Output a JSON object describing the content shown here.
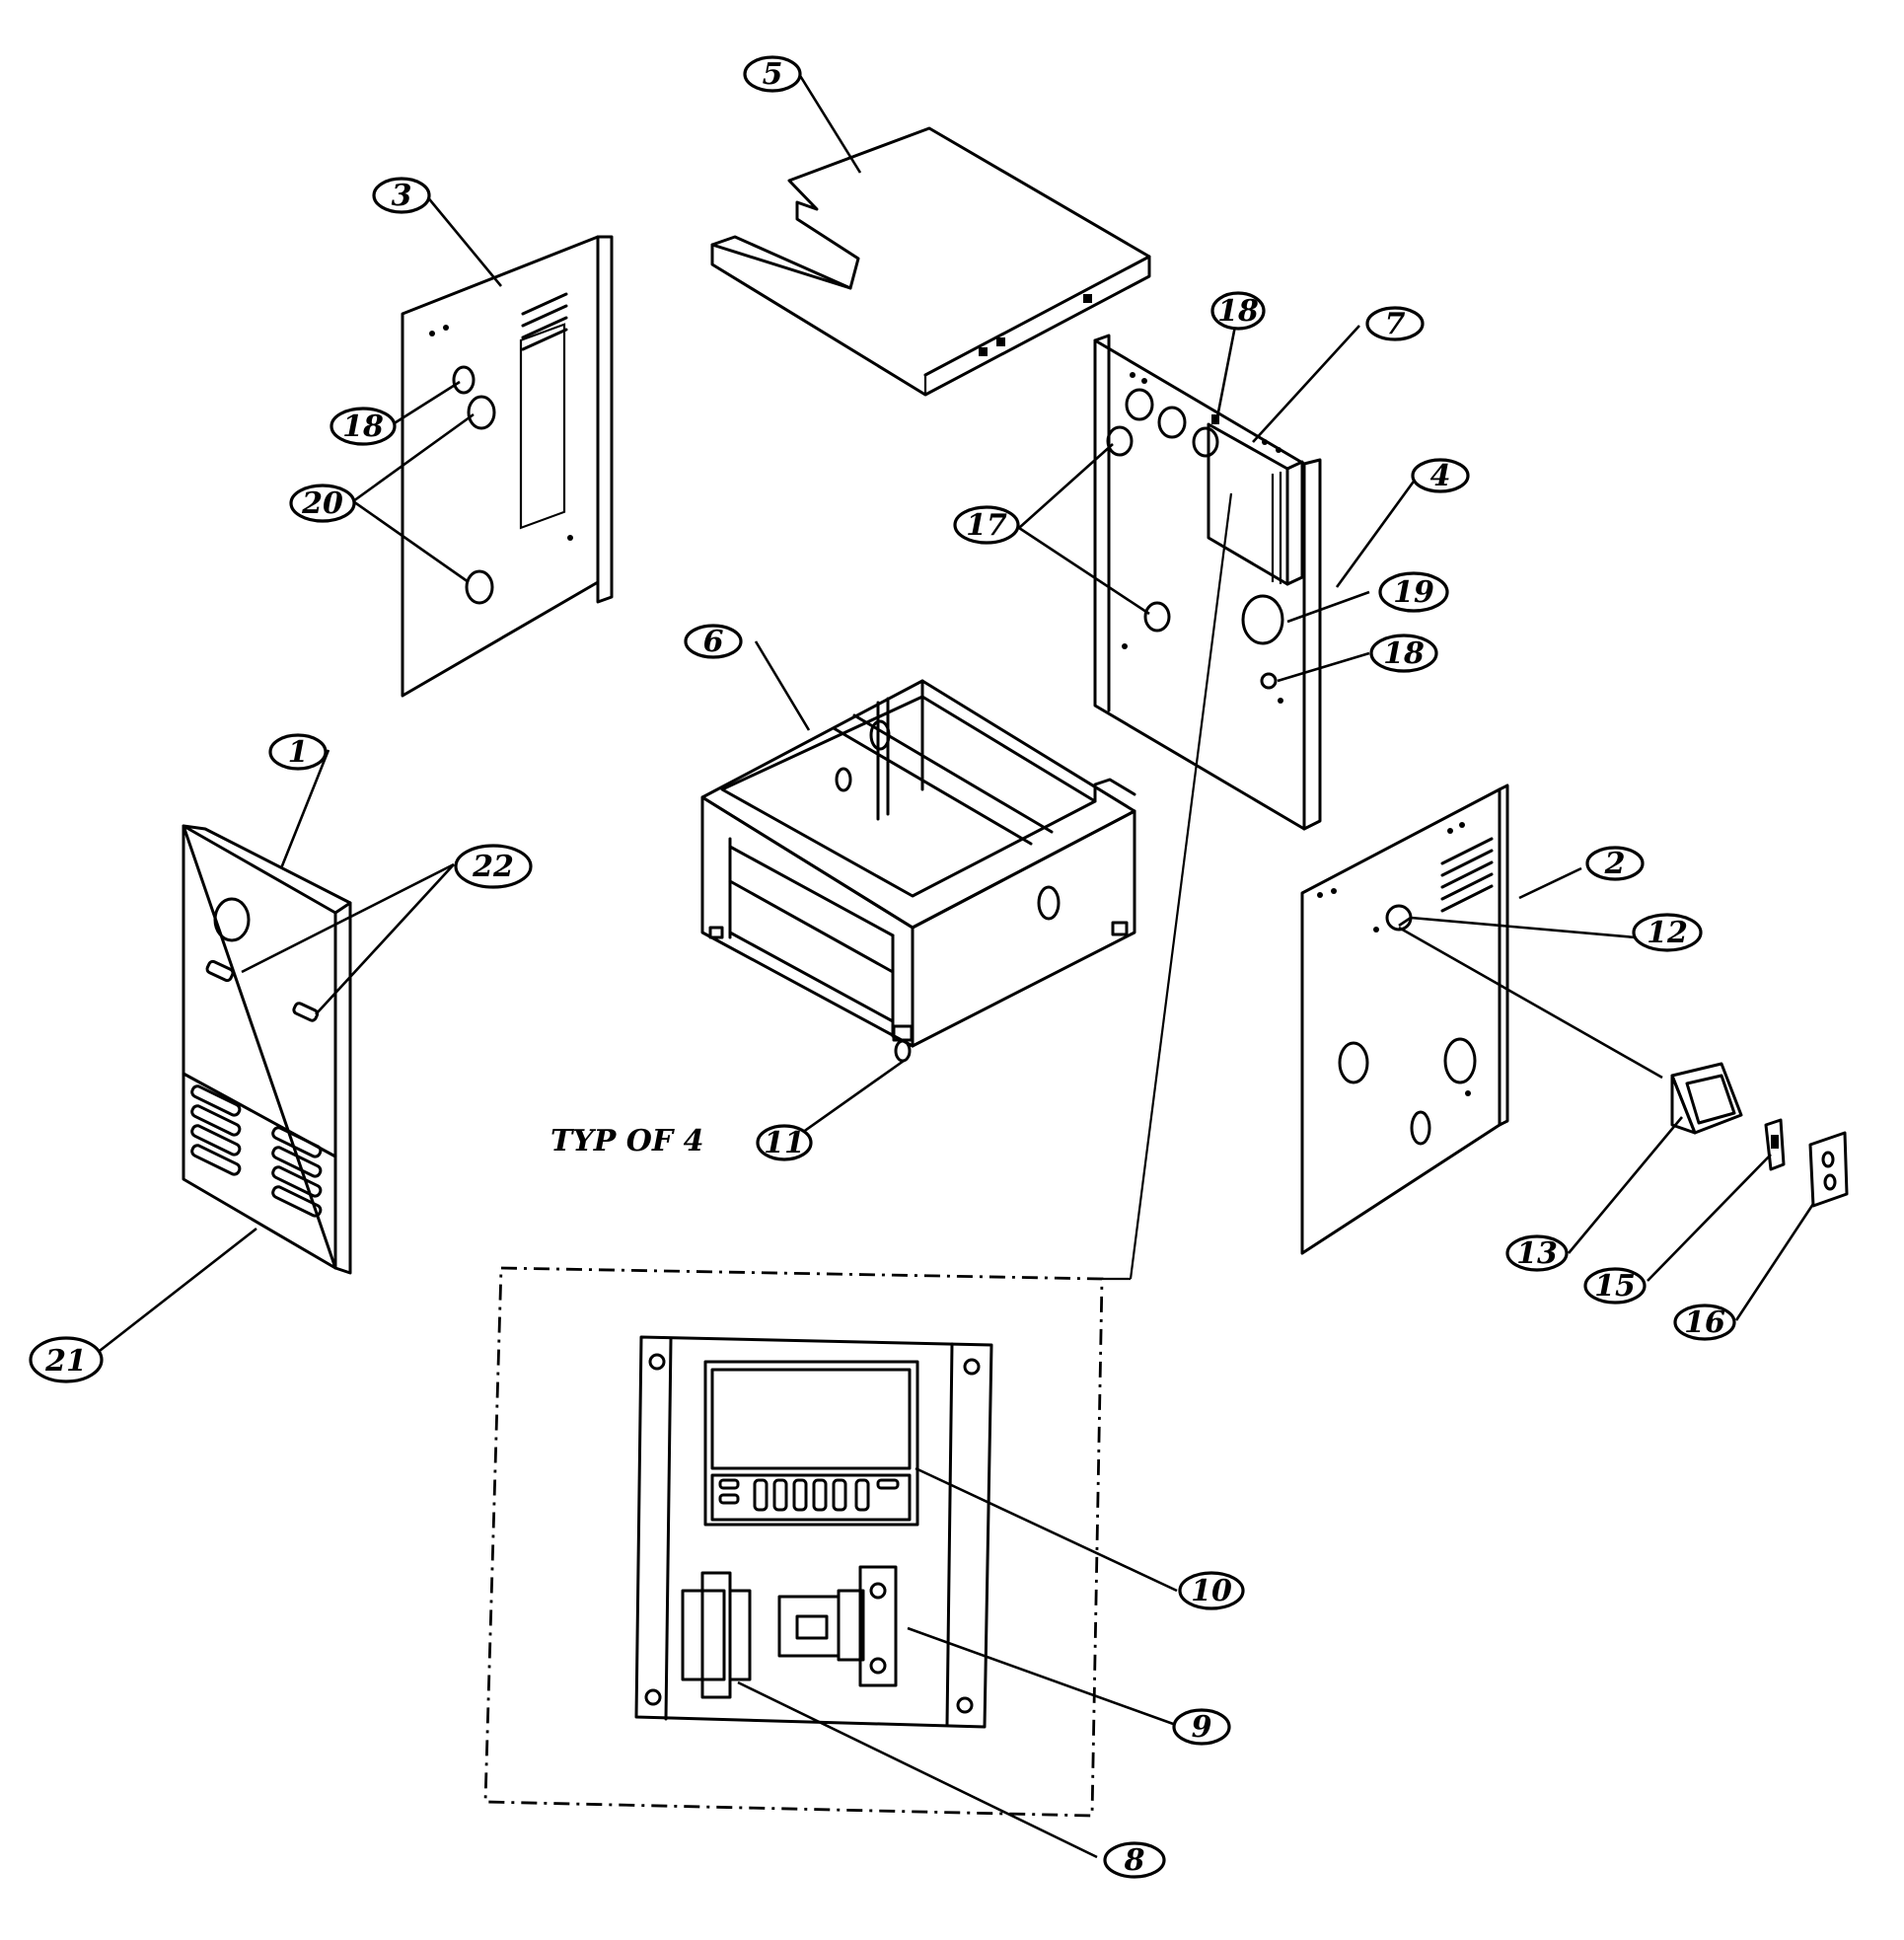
{
  "callouts": {
    "c1": "1",
    "c2": "2",
    "c3": "3",
    "c4": "4",
    "c5": "5",
    "c6": "6",
    "c7": "7",
    "c8": "8",
    "c9": "9",
    "c10": "10",
    "c11": "11",
    "c12": "12",
    "c13": "13",
    "c15": "15",
    "c16": "16",
    "c17": "17",
    "c18a": "18",
    "c18b": "18",
    "c18c": "18",
    "c19": "19",
    "c20": "20",
    "c21": "21",
    "c22": "22"
  },
  "note": {
    "typ": "TYP OF 4"
  }
}
